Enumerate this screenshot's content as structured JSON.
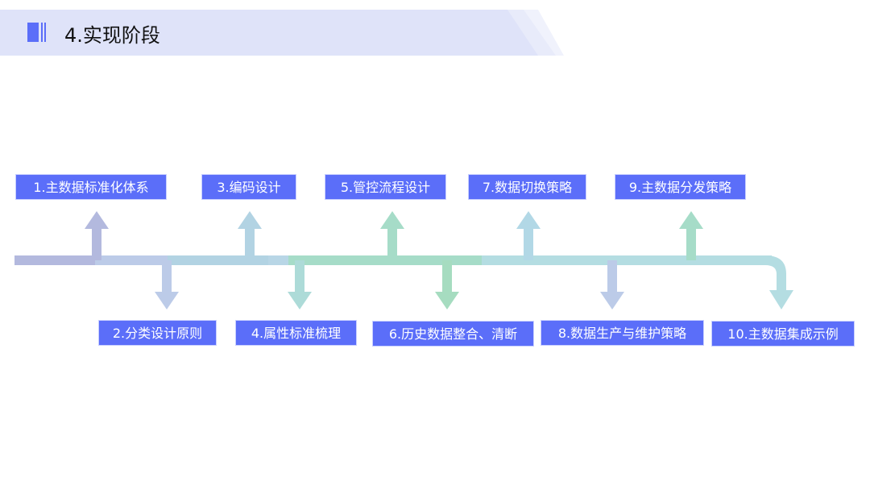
{
  "header": {
    "title": "4.实现阶段"
  },
  "steps": {
    "s1": "1.主数据标准化体系",
    "s2": "2.分类设计原则",
    "s3": "3.编码设计",
    "s4": "4.属性标准梳理",
    "s5": "5.管控流程设计",
    "s6": "6.历史数据整合、清断",
    "s7": "7.数据切换策略",
    "s8": "8.数据生产与维护策略",
    "s9": "9.主数据分发策略",
    "s10": "10.主数据集成示例"
  },
  "colors": {
    "box": "#5b6ef9",
    "banner": "#dfe3f9"
  }
}
